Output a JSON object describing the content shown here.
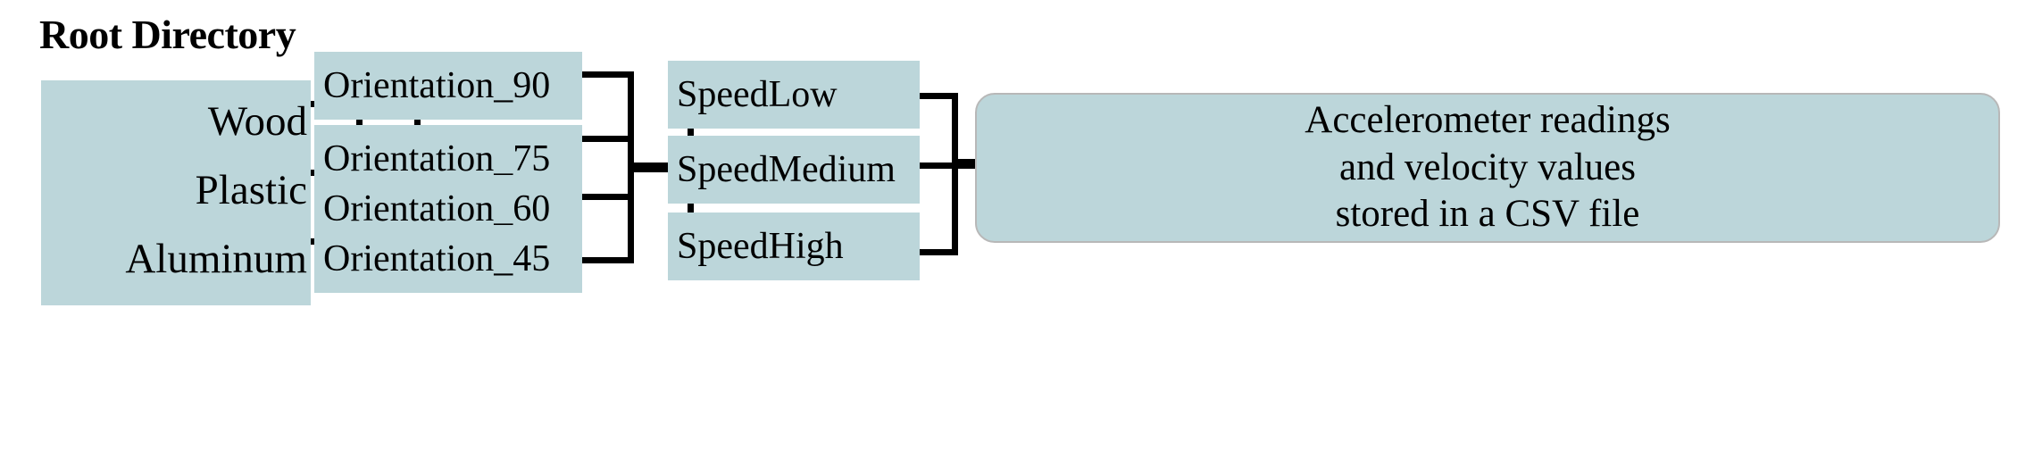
{
  "diagram": {
    "title": "Root Directory",
    "accent_color": "#bcd6da",
    "line_color": "#000000",
    "leaf_border_color": "#b8b8b8",
    "background_color": "#ffffff",
    "levels": [
      {
        "name": "materials",
        "nodes": [
          {
            "label": "Wood"
          },
          {
            "label": "Plastic"
          },
          {
            "label": "Aluminum"
          }
        ]
      },
      {
        "name": "orientations",
        "nodes": [
          {
            "label": "Orientation_90"
          },
          {
            "label": "Orientation_75"
          },
          {
            "label": "Orientation_60"
          },
          {
            "label": "Orientation_45"
          }
        ]
      },
      {
        "name": "speeds",
        "nodes": [
          {
            "label": "SpeedLow"
          },
          {
            "label": "SpeedMedium"
          },
          {
            "label": "SpeedHigh"
          }
        ]
      },
      {
        "name": "data-leaf",
        "nodes": [
          {
            "lines": [
              "Accelerometer readings",
              "and velocity values",
              "stored in a CSV file"
            ]
          }
        ]
      }
    ]
  }
}
